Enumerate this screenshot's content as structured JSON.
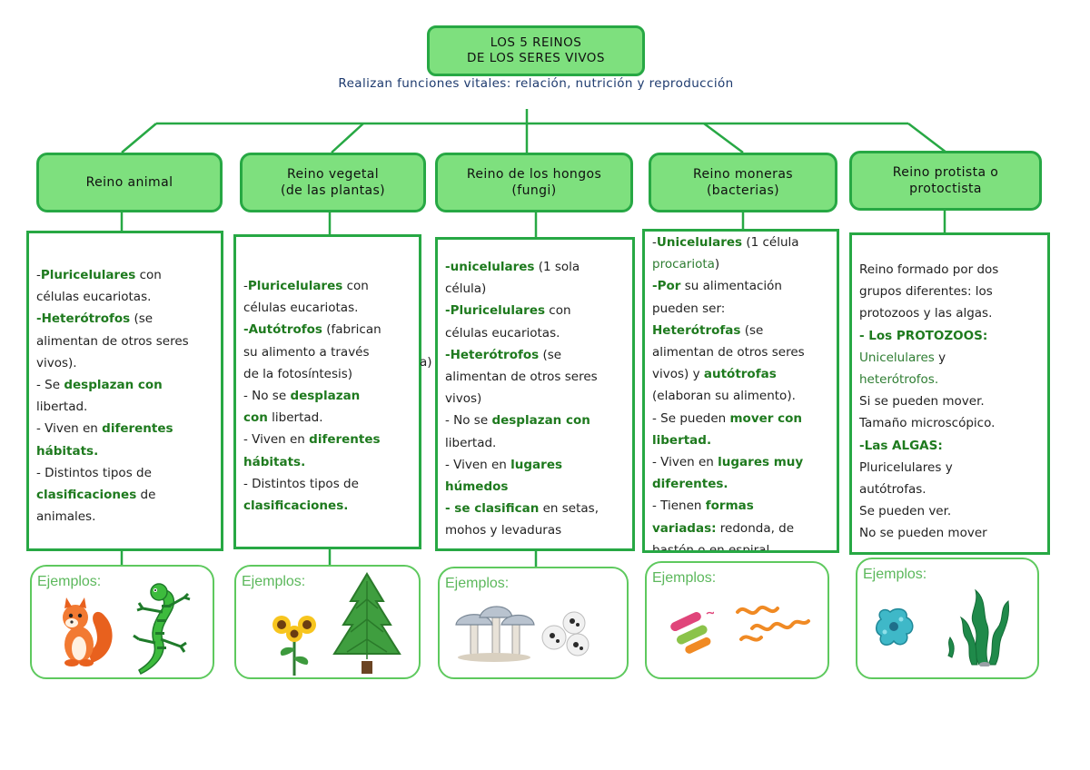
{
  "title": {
    "line1": "LOS 5 REINOS",
    "line2": "DE LOS SERES VIVOS"
  },
  "subtitle": "Realizan funciones vitales: relación, nutrición y reproducción",
  "colors": {
    "box_fill": "#7ee07e",
    "border": "#27a844",
    "highlight": "#1e7a1e",
    "subtitle": "#1d3a6e"
  },
  "kingdoms": [
    {
      "name": [
        "Reino animal"
      ],
      "description": [
        [
          {
            "t": "-"
          },
          {
            "t": "Pluricelulares",
            "s": "g"
          },
          {
            "t": " con"
          }
        ],
        [
          {
            "t": "células eucariotas."
          }
        ],
        [
          {
            "t": "-Heterótrofos",
            "s": "g"
          },
          {
            "t": " (se"
          }
        ],
        [
          {
            "t": "alimentan de otros seres"
          }
        ],
        [
          {
            "t": "vivos)."
          }
        ],
        [
          {
            "t": "- Se "
          },
          {
            "t": "desplazan con",
            "s": "g"
          }
        ],
        [
          {
            "t": "libertad."
          }
        ],
        [
          {
            "t": "- Viven en "
          },
          {
            "t": "diferentes",
            "s": "g"
          }
        ],
        [
          {
            "t": "hábitats.",
            "s": "g"
          }
        ],
        [
          {
            "t": "- Distintos tipos de"
          }
        ],
        [
          {
            "t": "clasificaciones",
            "s": "g"
          },
          {
            "t": " de"
          }
        ],
        [
          {
            "t": "animales."
          }
        ]
      ],
      "examples_label": "Ejemplos:",
      "example_icons": [
        "squirrel-icon",
        "gecko-icon"
      ]
    },
    {
      "name": [
        "Reino vegetal",
        "(de las plantas)"
      ],
      "description": [
        [
          {
            "t": "-"
          },
          {
            "t": "Pluricelulares",
            "s": "g"
          },
          {
            "t": " con"
          }
        ],
        [
          {
            "t": "células eucariotas."
          }
        ],
        [
          {
            "t": "-Autótrofos",
            "s": "g"
          },
          {
            "t": " (fabrican"
          }
        ],
        [
          {
            "t": "su alimento a través"
          }
        ],
        [
          {
            "t": "de la fotosíntesis)"
          }
        ],
        [
          {
            "t": "- No se "
          },
          {
            "t": "desplazan",
            "s": "g"
          }
        ],
        [
          {
            "t": "con",
            "s": "g"
          },
          {
            "t": " libertad."
          }
        ],
        [
          {
            "t": "- Viven en "
          },
          {
            "t": "diferentes",
            "s": "g"
          }
        ],
        [
          {
            "t": "hábitats.",
            "s": "g"
          }
        ],
        [
          {
            "t": "- Distintos tipos de"
          }
        ],
        [
          {
            "t": "clasificaciones.",
            "s": "g"
          }
        ]
      ],
      "examples_label": "Ejemplos:",
      "example_icons": [
        "sunflower-icon",
        "pine-tree-icon"
      ]
    },
    {
      "name": [
        "Reino de los hongos",
        "(fungi)"
      ],
      "description": [
        [
          {
            "t": "-unicelulares",
            "s": "g"
          },
          {
            "t": " (1 sola"
          }
        ],
        [
          {
            "t": "célula)"
          }
        ],
        [
          {
            "t": "-Pluricelulares",
            "s": "g"
          },
          {
            "t": " con"
          }
        ],
        [
          {
            "t": "células eucariotas."
          }
        ],
        [
          {
            "t": "-Heterótrofos",
            "s": "g"
          },
          {
            "t": " (se"
          }
        ],
        [
          {
            "t": "alimentan de otros seres"
          }
        ],
        [
          {
            "t": "vivos)"
          }
        ],
        [
          {
            "t": "- No se "
          },
          {
            "t": "desplazan con",
            "s": "g"
          }
        ],
        [
          {
            "t": "libertad."
          }
        ],
        [
          {
            "t": "- Viven en "
          },
          {
            "t": "lugares",
            "s": "g"
          }
        ],
        [
          {
            "t": "húmedos",
            "s": "g"
          }
        ],
        [
          {
            "t": "- se clasifican",
            "s": "g"
          },
          {
            "t": " en setas,"
          }
        ],
        [
          {
            "t": "mohos y levaduras"
          }
        ]
      ],
      "examples_label": "Ejemplos:",
      "example_icons": [
        "mushrooms-icon",
        "mold-icon"
      ]
    },
    {
      "name": [
        "Reino moneras",
        "(bacterias)"
      ],
      "description": [
        [
          {
            "t": "-"
          },
          {
            "t": "Unicelulares",
            "s": "g"
          },
          {
            "t": " (1 célula"
          }
        ],
        [
          {
            "t": "procariota",
            "s": "gl"
          },
          {
            "t": ")"
          }
        ],
        [
          {
            "t": "-Por",
            "s": "g"
          },
          {
            "t": " su alimentación"
          }
        ],
        [
          {
            "t": "pueden ser:"
          }
        ],
        [
          {
            "t": "Heterótrofas",
            "s": "g"
          },
          {
            "t": " (se"
          }
        ],
        [
          {
            "t": "alimentan de otros seres"
          }
        ],
        [
          {
            "t": "vivos) y "
          },
          {
            "t": "autótrofas",
            "s": "g"
          }
        ],
        [
          {
            "t": "(elaboran su alimento)."
          }
        ],
        [
          {
            "t": "- Se pueden "
          },
          {
            "t": "mover con",
            "s": "g"
          }
        ],
        [
          {
            "t": "libertad.",
            "s": "g"
          }
        ],
        [
          {
            "t": "- Viven en "
          },
          {
            "t": "lugares muy",
            "s": "g"
          }
        ],
        [
          {
            "t": "diferentes.",
            "s": "g"
          }
        ],
        [
          {
            "t": "- Tienen "
          },
          {
            "t": "formas",
            "s": "g"
          }
        ],
        [
          {
            "t": "variadas:",
            "s": "g"
          },
          {
            "t": " redonda, de"
          }
        ],
        [
          {
            "t": "bastón o en espiral."
          }
        ]
      ],
      "examples_label": "Ejemplos:",
      "example_icons": [
        "bacteria-icon",
        "spirilla-icon"
      ]
    },
    {
      "name": [
        "Reino protista o",
        "protoctista"
      ],
      "description": [
        [
          {
            "t": "Reino formado por dos"
          }
        ],
        [
          {
            "t": "grupos diferentes: los"
          }
        ],
        [
          {
            "t": "protozoos y las algas."
          }
        ],
        [
          {
            "t": "- Los PROTOZOOS:",
            "s": "g"
          }
        ],
        [
          {
            "t": "Unicelulares",
            "s": "gl"
          },
          {
            "t": " y"
          }
        ],
        [
          {
            "t": "heterótrofos.",
            "s": "gl"
          }
        ],
        [
          {
            "t": "Si se pueden mover."
          }
        ],
        [
          {
            "t": "Tamaño microscópico."
          }
        ],
        [
          {
            "t": "-Las ALGAS:",
            "s": "g"
          }
        ],
        [
          {
            "t": "Pluricelulares y"
          }
        ],
        [
          {
            "t": "autótrofas."
          }
        ],
        [
          {
            "t": "Se pueden ver."
          }
        ],
        [
          {
            "t": "No se pueden mover"
          }
        ]
      ],
      "examples_label": "Ejemplos:",
      "example_icons": [
        "amoeba-icon",
        "seaweed-icon"
      ]
    }
  ],
  "stray_fragment": "a)"
}
